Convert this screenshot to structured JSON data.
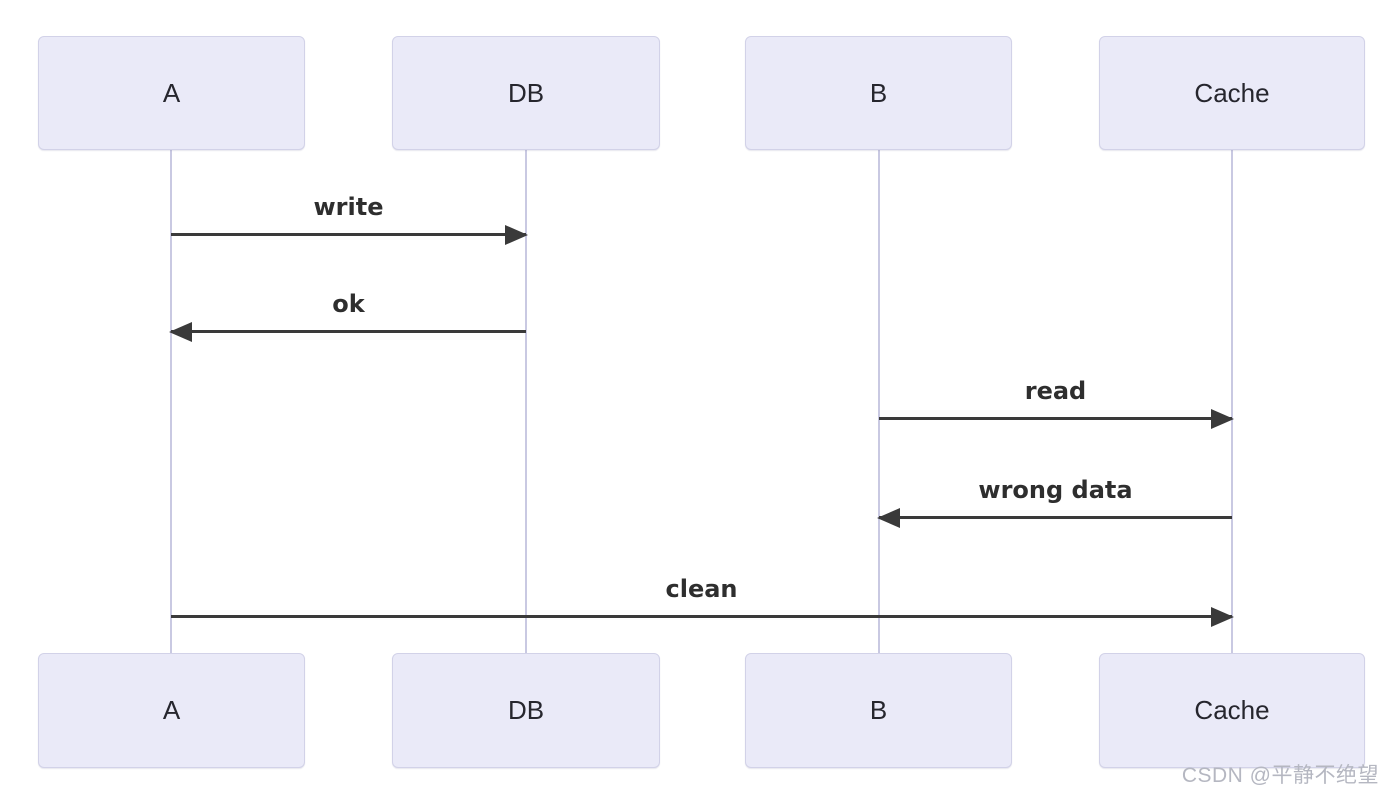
{
  "diagram": {
    "type": "sequence",
    "actors": [
      {
        "id": "A",
        "label": "A"
      },
      {
        "id": "DB",
        "label": "DB"
      },
      {
        "id": "B",
        "label": "B"
      },
      {
        "id": "Cache",
        "label": "Cache"
      }
    ],
    "messages": [
      {
        "from": "A",
        "to": "DB",
        "label": "write",
        "direction": "right"
      },
      {
        "from": "DB",
        "to": "A",
        "label": "ok",
        "direction": "left"
      },
      {
        "from": "B",
        "to": "Cache",
        "label": "read",
        "direction": "right"
      },
      {
        "from": "Cache",
        "to": "B",
        "label": "wrong data",
        "direction": "left"
      },
      {
        "from": "A",
        "to": "Cache",
        "label": "clean",
        "direction": "right"
      }
    ],
    "colors": {
      "actor_fill": "#eaeaf8",
      "actor_border": "#d2d2e8",
      "lifeline": "#c9c9e2",
      "arrow": "#3a3a3a",
      "message_text": "#2e2e2e",
      "actor_text": "#26262e",
      "watermark_text": "#b5b7c1",
      "background": "#ffffff"
    }
  },
  "watermark": {
    "text": "CSDN @平静不绝望"
  }
}
